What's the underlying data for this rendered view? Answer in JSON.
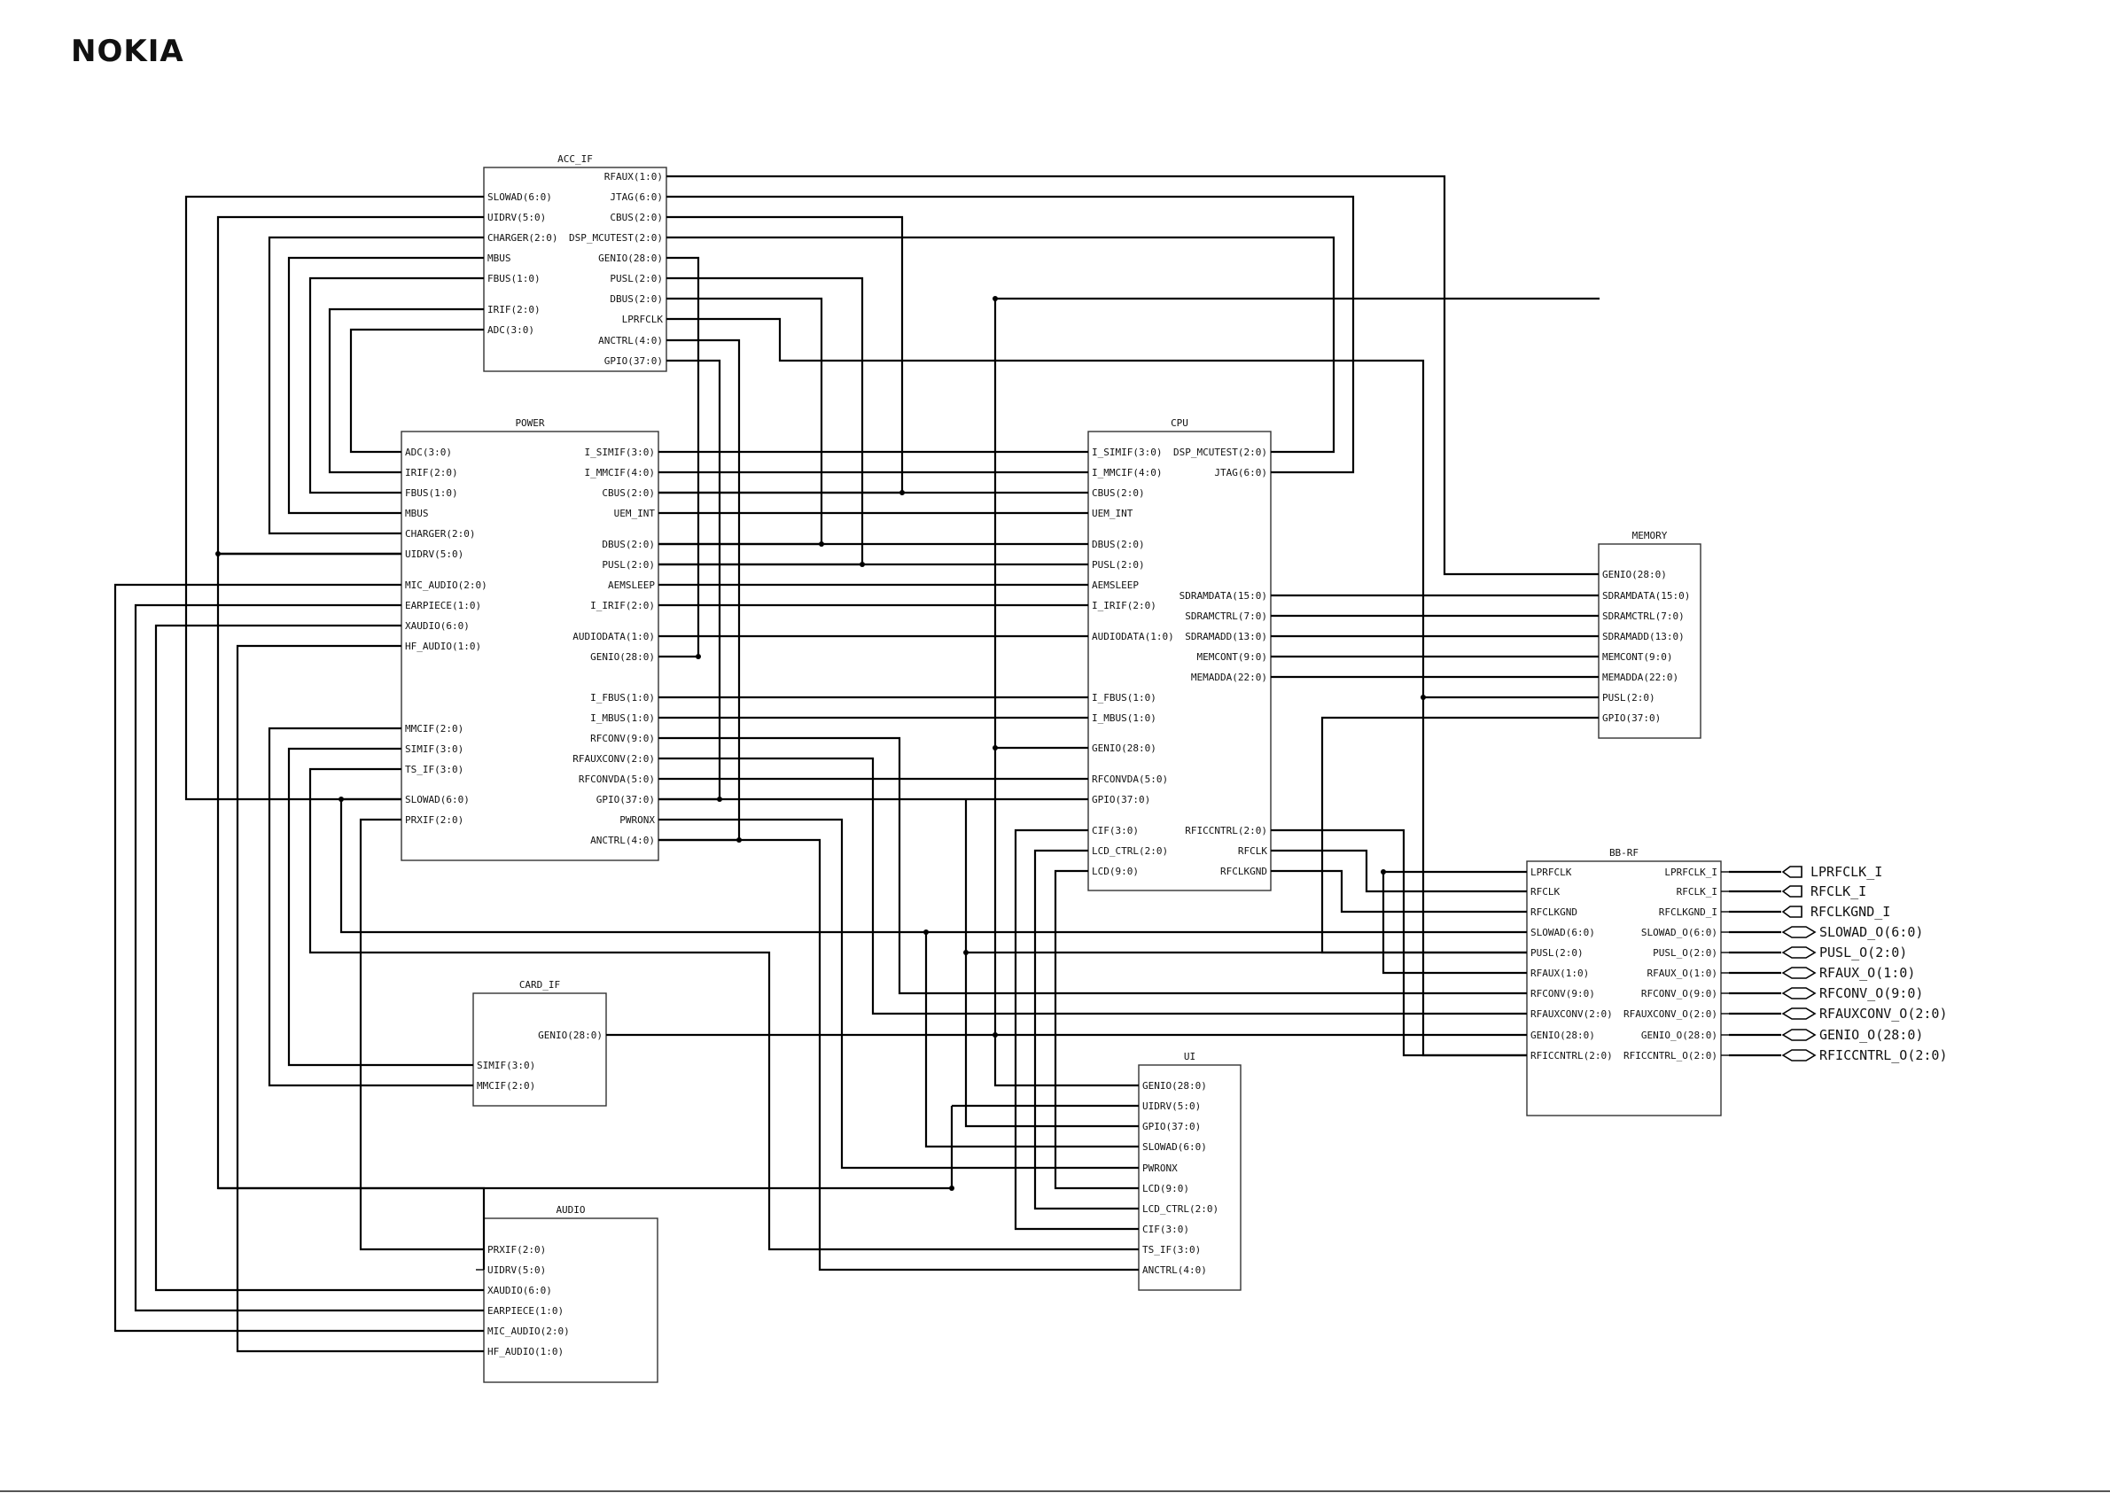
{
  "logo": "NOKIA",
  "blocks": {
    "acc_if": {
      "title": "ACC_IF",
      "left": [
        "SLOWAD(6:0)",
        "UIDRV(5:0)",
        "CHARGER(2:0)",
        "MBUS",
        "FBUS(1:0)",
        "IRIF(2:0)",
        "ADC(3:0)"
      ],
      "right": [
        "RFAUX(1:0)",
        "JTAG(6:0)",
        "CBUS(2:0)",
        "DSP_MCUTEST(2:0)",
        "GENIO(28:0)",
        "PUSL(2:0)",
        "DBUS(2:0)",
        "LPRFCLK",
        "ANCTRL(4:0)",
        "GPIO(37:0)"
      ]
    },
    "power": {
      "title": "POWER",
      "left": [
        "ADC(3:0)",
        "IRIF(2:0)",
        "FBUS(1:0)",
        "MBUS",
        "CHARGER(2:0)",
        "UIDRV(5:0)",
        "MIC_AUDIO(2:0)",
        "EARPIECE(1:0)",
        "XAUDIO(6:0)",
        "HF_AUDIO(1:0)",
        "MMCIF(2:0)",
        "SIMIF(3:0)",
        "TS_IF(3:0)",
        "SLOWAD(6:0)",
        "PRXIF(2:0)"
      ],
      "right": [
        "I_SIMIF(3:0)",
        "I_MMCIF(4:0)",
        "CBUS(2:0)",
        "UEM_INT",
        "DBUS(2:0)",
        "PUSL(2:0)",
        "AEMSLEEP",
        "I_IRIF(2:0)",
        "AUDIODATA(1:0)",
        "GENIO(28:0)",
        "I_FBUS(1:0)",
        "I_MBUS(1:0)",
        "RFCONV(9:0)",
        "RFAUXCONV(2:0)",
        "RFCONVDA(5:0)",
        "GPIO(37:0)",
        "PWRONX",
        "ANCTRL(4:0)"
      ]
    },
    "cpu": {
      "title": "CPU",
      "left": [
        "I_SIMIF(3:0)",
        "I_MMCIF(4:0)",
        "CBUS(2:0)",
        "UEM_INT",
        "DBUS(2:0)",
        "PUSL(2:0)",
        "AEMSLEEP",
        "I_IRIF(2:0)",
        "AUDIODATA(1:0)",
        "I_FBUS(1:0)",
        "I_MBUS(1:0)",
        "GENIO(28:0)",
        "RFCONVDA(5:0)",
        "GPIO(37:0)",
        "CIF(3:0)",
        "LCD_CTRL(2:0)",
        "LCD(9:0)"
      ],
      "right": [
        "DSP_MCUTEST(2:0)",
        "JTAG(6:0)",
        "SDRAMDATA(15:0)",
        "SDRAMCTRL(7:0)",
        "SDRAMADD(13:0)",
        "MEMCONT(9:0)",
        "MEMADDA(22:0)",
        "RFICCNTRL(2:0)",
        "RFCLK",
        "RFCLKGND"
      ]
    },
    "memory": {
      "title": "MEMORY",
      "left": [
        "GENIO(28:0)",
        "SDRAMDATA(15:0)",
        "SDRAMCTRL(7:0)",
        "SDRAMADD(13:0)",
        "MEMCONT(9:0)",
        "MEMADDA(22:0)",
        "PUSL(2:0)",
        "GPIO(37:0)"
      ]
    },
    "bb_rf": {
      "title": "BB-RF",
      "left": [
        "LPRFCLK",
        "RFCLK",
        "RFCLKGND",
        "SLOWAD(6:0)",
        "PUSL(2:0)",
        "RFAUX(1:0)",
        "RFCONV(9:0)",
        "RFAUXCONV(2:0)",
        "GENIO(28:0)",
        "RFICCNTRL(2:0)"
      ],
      "right": [
        "LPRFCLK_I",
        "RFCLK_I",
        "RFCLKGND_I",
        "SLOWAD_O(6:0)",
        "PUSL_O(2:0)",
        "RFAUX_O(1:0)",
        "RFCONV_O(9:0)",
        "RFAUXCONV_O(2:0)",
        "GENIO_O(28:0)",
        "RFICCNTRL_O(2:0)"
      ]
    },
    "card_if": {
      "title": "CARD_IF",
      "left": [
        "SIMIF(3:0)",
        "MMCIF(2:0)"
      ],
      "right": [
        "GENIO(28:0)"
      ]
    },
    "ui": {
      "title": "UI",
      "left": [
        "GENIO(28:0)",
        "UIDRV(5:0)",
        "GPIO(37:0)",
        "SLOWAD(6:0)",
        "PWRONX",
        "LCD(9:0)",
        "LCD_CTRL(2:0)",
        "CIF(3:0)",
        "TS_IF(3:0)",
        "ANCTRL(4:0)"
      ]
    },
    "audio": {
      "title": "AUDIO",
      "left": [
        "PRXIF(2:0)",
        "UIDRV(5:0)",
        "XAUDIO(6:0)",
        "EARPIECE(1:0)",
        "MIC_AUDIO(2:0)",
        "HF_AUDIO(1:0)"
      ]
    }
  },
  "ports": [
    "LPRFCLK_I",
    "RFCLK_I",
    "RFCLKGND_I",
    "SLOWAD_O(6:0)",
    "PUSL_O(2:0)",
    "RFAUX_O(1:0)",
    "RFCONV_O(9:0)",
    "RFAUXCONV_O(2:0)",
    "GENIO_O(28:0)",
    "RFICCNTRL_O(2:0)"
  ]
}
